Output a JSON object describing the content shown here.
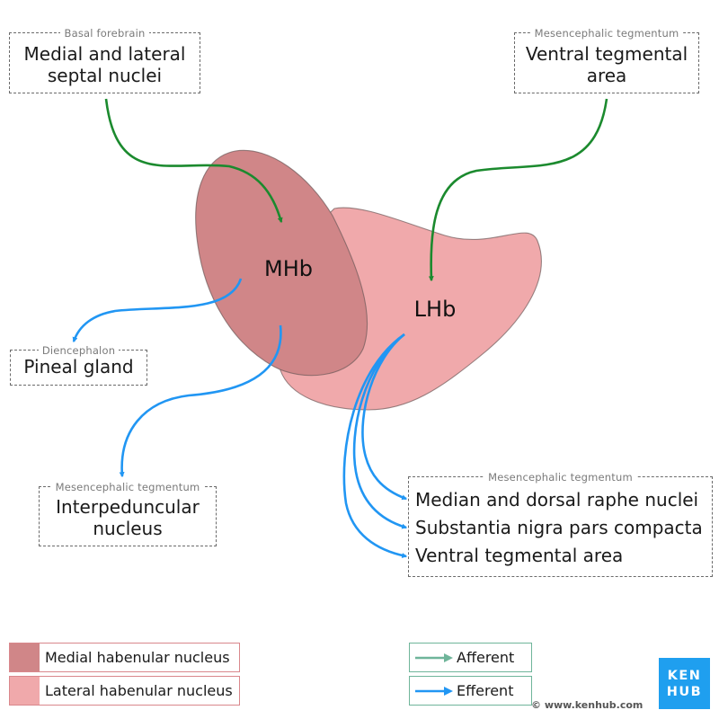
{
  "colors": {
    "medial_nucleus": "#d08688",
    "lateral_nucleus": "#f0a9ab",
    "afferent": "#1b8a2e",
    "efferent": "#2196f3",
    "afferent_legend": "#6fb59a",
    "brand": "#1f9fef"
  },
  "nuclei": {
    "medial": "MHb",
    "lateral": "LHb"
  },
  "sources": {
    "septal": {
      "region": "Basal forebrain",
      "title": "Medial and lateral\nseptal nuclei"
    },
    "vta": {
      "region": "Mesencephalic tegmentum",
      "title": "Ventral tegmental\narea"
    }
  },
  "targets": {
    "pineal": {
      "region": "Diencephalon",
      "title": "Pineal gland"
    },
    "interpeduncular": {
      "region": "Mesencephalic tegmentum",
      "title": "Interpeduncular\nnucleus"
    },
    "midbrain": {
      "region": "Mesencephalic tegmentum",
      "items": [
        "Median and dorsal raphe nuclei",
        "Substantia nigra pars compacta",
        "Ventral tegmental area"
      ]
    }
  },
  "legend": {
    "medial": "Medial habenular nucleus",
    "lateral": "Lateral habenular nucleus",
    "afferent": "Afferent",
    "efferent": "Efferent"
  },
  "footer": {
    "copyright": "© www.kenhub.com",
    "logo_line1": "KEN",
    "logo_line2": "HUB"
  }
}
